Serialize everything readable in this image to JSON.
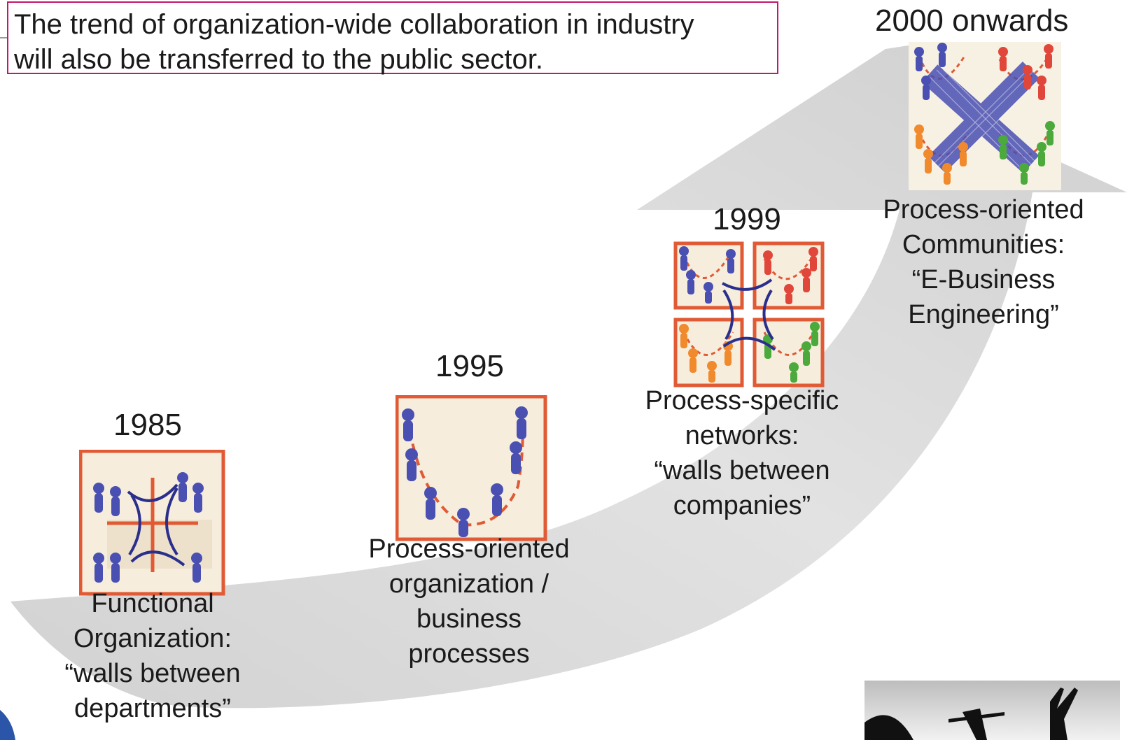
{
  "callout": {
    "line1": "The trend of organization-wide collaboration in industry",
    "line2": "will also be transferred to the public sector."
  },
  "stages": [
    {
      "year": "1985",
      "caption": [
        "Functional",
        "Organization:",
        "“walls between",
        "departments”"
      ],
      "icon": "functional-organization-icon"
    },
    {
      "year": "1995",
      "caption": [
        "Process-oriented",
        "organization /",
        "business",
        "processes"
      ],
      "icon": "process-chain-icon"
    },
    {
      "year": "1999",
      "caption": [
        "Process-specific",
        "networks:",
        "“walls between",
        "companies”"
      ],
      "icon": "network-quadrants-icon"
    },
    {
      "year": "2000 onwards",
      "caption": [
        "Process-oriented",
        "Communities:",
        "“E-Business",
        "Engineering”"
      ],
      "icon": "community-cross-icon"
    }
  ],
  "colors": {
    "arrow": "#d6d6d6",
    "frame": "#e05a35",
    "frame_fill": "#f6eddc",
    "people_blue": "#4a4fb2",
    "people_red": "#e0473a",
    "people_orange": "#f08a2c",
    "people_green": "#4caa3d",
    "callout_border": "#c2186b"
  }
}
